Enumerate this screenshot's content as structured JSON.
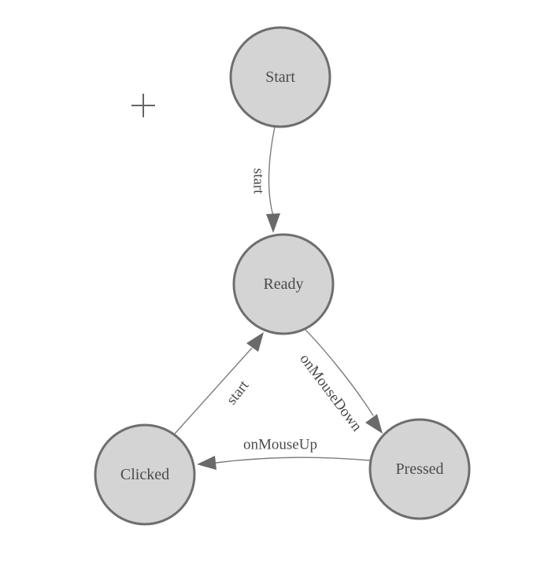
{
  "diagram": {
    "nodes": [
      {
        "id": "start",
        "label": "Start"
      },
      {
        "id": "ready",
        "label": "Ready"
      },
      {
        "id": "clicked",
        "label": "Clicked"
      },
      {
        "id": "pressed",
        "label": "Pressed"
      }
    ],
    "edges": [
      {
        "from": "start",
        "to": "ready",
        "label": "start"
      },
      {
        "from": "ready",
        "to": "pressed",
        "label": "onMouseDown"
      },
      {
        "from": "clicked",
        "to": "ready",
        "label": "start"
      },
      {
        "from": "pressed",
        "to": "clicked",
        "label": "onMouseUp"
      }
    ]
  },
  "icons": {
    "plus_marker": "+"
  },
  "colors": {
    "background": "#ffffff",
    "node_fill": "#d4d4d4",
    "node_stroke": "#6e6e6e",
    "edge_stroke": "#7d7d7d",
    "arrow_fill": "#6a6a6a",
    "label_text": "#4b4b4b",
    "crosshair": "#666666"
  }
}
